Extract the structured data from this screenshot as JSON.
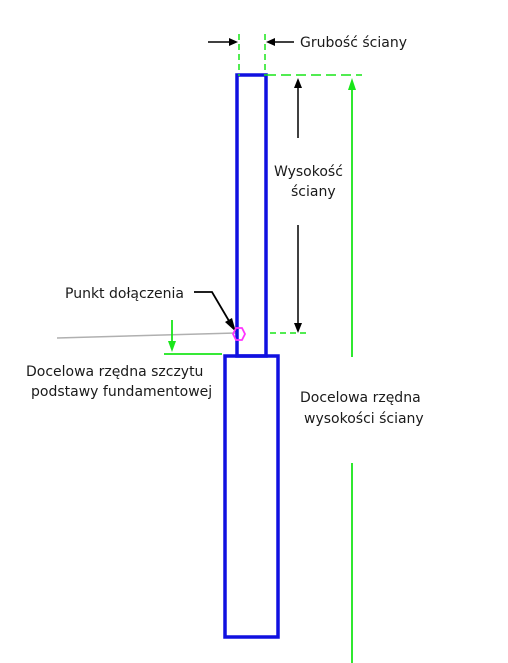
{
  "labels": {
    "wall_thickness": "Grubość ściany",
    "wall_height_line1": "Wysokość",
    "wall_height_line2": "ściany",
    "attach_point": "Punkt dołączenia",
    "footing_top_line1": "Docelowa rzędna szczytu",
    "footing_top_line2": "podstawy fundamentowej",
    "wall_height_elev_line1": "Docelowa rzędna",
    "wall_height_elev_line2": "wysokości ściany"
  },
  "colors": {
    "structure": "#1010e0",
    "dimension": "#19e619",
    "arrow": "#000000",
    "attach_marker": "#ff33ff",
    "ground_line": "#b0b0b0",
    "text": "#1a1a1a"
  }
}
